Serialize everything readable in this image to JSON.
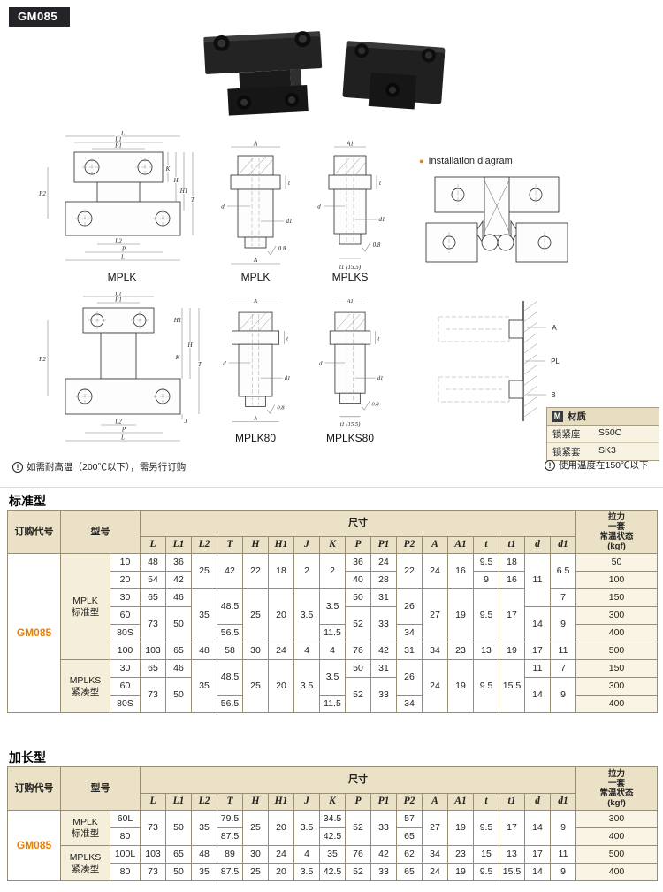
{
  "page": {
    "badge": "GM085"
  },
  "drawings": {
    "captions": [
      "MPLK",
      "MPLK",
      "MPLKS",
      "MPLK80",
      "MPLKS80"
    ],
    "installation_label": "Installation diagram",
    "plan1": {
      "top": [
        "L",
        "L1",
        "P1"
      ],
      "right": [
        "K",
        "H",
        "H1",
        "T"
      ],
      "left": "P2",
      "bottom": [
        "L2",
        "P",
        "L"
      ]
    },
    "plan2": {
      "top": [
        "L1",
        "P1"
      ],
      "right": [
        "H1",
        "K",
        "H",
        "T",
        "J"
      ],
      "left": "P2",
      "bottom": [
        "L2",
        "P",
        "L"
      ]
    },
    "side1": {
      "width": "A",
      "t": "t",
      "d": "d",
      "d1": "d1",
      "fin": "0.8",
      "bottom": "A"
    },
    "side2": {
      "width": "A1",
      "t": "t",
      "d": "d",
      "d1": "d1",
      "fin": "0.8",
      "bottom": "t1 (15.5)"
    },
    "side3": {
      "width": "A",
      "t": "t",
      "d": "d",
      "d1": "d1",
      "fin": "0.8",
      "bottom": "A"
    },
    "side4": {
      "width": "A1",
      "t": "t",
      "d": "d",
      "d1": "d1",
      "fin": "0.8",
      "bottom": "t1 (15.5)"
    },
    "wall": {
      "a": "A",
      "pl": "PL",
      "b": "B"
    }
  },
  "materials": {
    "badge": "M",
    "title": "材质",
    "rows": [
      [
        "锁紧座",
        "S50C"
      ],
      [
        "锁紧套",
        "SK3"
      ]
    ]
  },
  "notes": {
    "icon": "!",
    "high_temp": "如需耐高温（200℃以下），需另行订购",
    "usage_temp": "使用温度在150℃以下"
  },
  "table_headers": {
    "order_code": "订购代号",
    "model": "型号",
    "dims": "尺寸",
    "dim_cols": [
      "L",
      "L1",
      "L2",
      "T",
      "H",
      "H1",
      "J",
      "K",
      "P",
      "P1",
      "P2",
      "A",
      "A1",
      "t",
      "t1",
      "d",
      "d1"
    ],
    "tension": [
      "拉力",
      "一套",
      "常温状态",
      "(kgf)"
    ]
  },
  "standard": {
    "title": "标准型",
    "rows": [
      [
        {
          "v": "GM085",
          "rs": 9,
          "cls": "code",
          "name": "order-code-cell"
        },
        {
          "v": "MPLK\n标准型",
          "rs": 6,
          "cls": "model",
          "name": "model-cell"
        },
        {
          "v": "10",
          "name": "size-cell"
        },
        {
          "v": "48"
        },
        {
          "v": "36"
        },
        {
          "v": "25",
          "rs": 2
        },
        {
          "v": "42",
          "rs": 2
        },
        {
          "v": "22",
          "rs": 2
        },
        {
          "v": "18",
          "rs": 2
        },
        {
          "v": "2",
          "rs": 2
        },
        {
          "v": "2",
          "rs": 2
        },
        {
          "v": "36"
        },
        {
          "v": "24"
        },
        {
          "v": "22",
          "rs": 2
        },
        {
          "v": "24",
          "rs": 2
        },
        {
          "v": "16",
          "rs": 2
        },
        {
          "v": "9.5"
        },
        {
          "v": "18"
        },
        {
          "v": "11",
          "rs": 3
        },
        {
          "v": "6.5",
          "rs": 2
        },
        {
          "v": "50",
          "cls": "tension"
        }
      ],
      [
        {
          "v": "20",
          "name": "size-cell"
        },
        {
          "v": "54"
        },
        {
          "v": "42"
        },
        {
          "v": "40"
        },
        {
          "v": "28"
        },
        {
          "v": "9"
        },
        {
          "v": "16"
        },
        {
          "v": "100",
          "cls": "tension"
        }
      ],
      [
        {
          "v": "30",
          "name": "size-cell"
        },
        {
          "v": "65"
        },
        {
          "v": "46"
        },
        {
          "v": "35",
          "rs": 3
        },
        {
          "v": "48.5",
          "rs": 2
        },
        {
          "v": "25",
          "rs": 3
        },
        {
          "v": "20",
          "rs": 3
        },
        {
          "v": "3.5",
          "rs": 3
        },
        {
          "v": "3.5",
          "rs": 2
        },
        {
          "v": "50"
        },
        {
          "v": "31"
        },
        {
          "v": "26",
          "rs": 2
        },
        {
          "v": "27",
          "rs": 3
        },
        {
          "v": "19",
          "rs": 3
        },
        {
          "v": "9.5",
          "rs": 3
        },
        {
          "v": "17",
          "rs": 3
        },
        {
          "v": "7"
        },
        {
          "v": "150",
          "cls": "tension"
        }
      ],
      [
        {
          "v": "60",
          "name": "size-cell"
        },
        {
          "v": "73",
          "rs": 2
        },
        {
          "v": "50",
          "rs": 2
        },
        {
          "v": "52",
          "rs": 2
        },
        {
          "v": "33",
          "rs": 2
        },
        {
          "v": "14",
          "rs": 2
        },
        {
          "v": "9",
          "rs": 2
        },
        {
          "v": "300",
          "cls": "tension"
        }
      ],
      [
        {
          "v": "80S",
          "name": "size-cell"
        },
        {
          "v": "56.5"
        },
        {
          "v": "11.5"
        },
        {
          "v": "34"
        },
        {
          "v": "400",
          "cls": "tension"
        }
      ],
      [
        {
          "v": "100",
          "name": "size-cell"
        },
        {
          "v": "103"
        },
        {
          "v": "65"
        },
        {
          "v": "48"
        },
        {
          "v": "58"
        },
        {
          "v": "30"
        },
        {
          "v": "24"
        },
        {
          "v": "4"
        },
        {
          "v": "4"
        },
        {
          "v": "76"
        },
        {
          "v": "42"
        },
        {
          "v": "31"
        },
        {
          "v": "34"
        },
        {
          "v": "23"
        },
        {
          "v": "13"
        },
        {
          "v": "19"
        },
        {
          "v": "17"
        },
        {
          "v": "11"
        },
        {
          "v": "500",
          "cls": "tension"
        }
      ],
      [
        {
          "v": "MPLKS\n紧凑型",
          "rs": 3,
          "cls": "model",
          "name": "model-cell"
        },
        {
          "v": "30",
          "name": "size-cell"
        },
        {
          "v": "65"
        },
        {
          "v": "46"
        },
        {
          "v": "35",
          "rs": 3
        },
        {
          "v": "48.5",
          "rs": 2
        },
        {
          "v": "25",
          "rs": 3
        },
        {
          "v": "20",
          "rs": 3
        },
        {
          "v": "3.5",
          "rs": 3
        },
        {
          "v": "3.5",
          "rs": 2
        },
        {
          "v": "50"
        },
        {
          "v": "31"
        },
        {
          "v": "26",
          "rs": 2
        },
        {
          "v": "24",
          "rs": 3
        },
        {
          "v": "19",
          "rs": 3
        },
        {
          "v": "9.5",
          "rs": 3
        },
        {
          "v": "15.5",
          "rs": 3
        },
        {
          "v": "11"
        },
        {
          "v": "7"
        },
        {
          "v": "150",
          "cls": "tension"
        }
      ],
      [
        {
          "v": "60",
          "name": "size-cell"
        },
        {
          "v": "73",
          "rs": 2
        },
        {
          "v": "50",
          "rs": 2
        },
        {
          "v": "52",
          "rs": 2
        },
        {
          "v": "33",
          "rs": 2
        },
        {
          "v": "14",
          "rs": 2
        },
        {
          "v": "9",
          "rs": 2
        },
        {
          "v": "300",
          "cls": "tension"
        }
      ],
      [
        {
          "v": "80S",
          "name": "size-cell"
        },
        {
          "v": "56.5"
        },
        {
          "v": "11.5"
        },
        {
          "v": "34"
        },
        {
          "v": "400",
          "cls": "tension"
        }
      ]
    ]
  },
  "extended": {
    "title": "加长型",
    "rows": [
      [
        {
          "v": "GM085",
          "rs": 4,
          "cls": "code",
          "name": "order-code-cell"
        },
        {
          "v": "MPLK\n标准型",
          "rs": 2,
          "cls": "model",
          "name": "model-cell"
        },
        {
          "v": "60L",
          "name": "size-cell"
        },
        {
          "v": "73",
          "rs": 2
        },
        {
          "v": "50",
          "rs": 2
        },
        {
          "v": "35",
          "rs": 2
        },
        {
          "v": "79.5"
        },
        {
          "v": "25",
          "rs": 2
        },
        {
          "v": "20",
          "rs": 2
        },
        {
          "v": "3.5",
          "rs": 2
        },
        {
          "v": "34.5"
        },
        {
          "v": "52",
          "rs": 2
        },
        {
          "v": "33",
          "rs": 2
        },
        {
          "v": "57"
        },
        {
          "v": "27",
          "rs": 2
        },
        {
          "v": "19",
          "rs": 2
        },
        {
          "v": "9.5",
          "rs": 2
        },
        {
          "v": "17",
          "rs": 2
        },
        {
          "v": "14",
          "rs": 2
        },
        {
          "v": "9",
          "rs": 2
        },
        {
          "v": "300",
          "cls": "tension"
        }
      ],
      [
        {
          "v": "80",
          "name": "size-cell"
        },
        {
          "v": "87.5"
        },
        {
          "v": "42.5"
        },
        {
          "v": "65"
        },
        {
          "v": "400",
          "cls": "tension"
        }
      ],
      [
        {
          "v": "MPLKS\n紧凑型",
          "rs": 2,
          "cls": "model",
          "name": "model-cell"
        },
        {
          "v": "100L",
          "name": "size-cell"
        },
        {
          "v": "103"
        },
        {
          "v": "65"
        },
        {
          "v": "48"
        },
        {
          "v": "89"
        },
        {
          "v": "30"
        },
        {
          "v": "24"
        },
        {
          "v": "4"
        },
        {
          "v": "35"
        },
        {
          "v": "76"
        },
        {
          "v": "42"
        },
        {
          "v": "62"
        },
        {
          "v": "34"
        },
        {
          "v": "23"
        },
        {
          "v": "15"
        },
        {
          "v": "13"
        },
        {
          "v": "17"
        },
        {
          "v": "11"
        },
        {
          "v": "500",
          "cls": "tension"
        }
      ],
      [
        {
          "v": "80",
          "name": "size-cell"
        },
        {
          "v": "73"
        },
        {
          "v": "50"
        },
        {
          "v": "35"
        },
        {
          "v": "87.5"
        },
        {
          "v": "25"
        },
        {
          "v": "20"
        },
        {
          "v": "3.5"
        },
        {
          "v": "42.5"
        },
        {
          "v": "52"
        },
        {
          "v": "33"
        },
        {
          "v": "65"
        },
        {
          "v": "24"
        },
        {
          "v": "19"
        },
        {
          "v": "9.5"
        },
        {
          "v": "15.5"
        },
        {
          "v": "14"
        },
        {
          "v": "9"
        },
        {
          "v": "400",
          "cls": "tension"
        }
      ]
    ]
  }
}
